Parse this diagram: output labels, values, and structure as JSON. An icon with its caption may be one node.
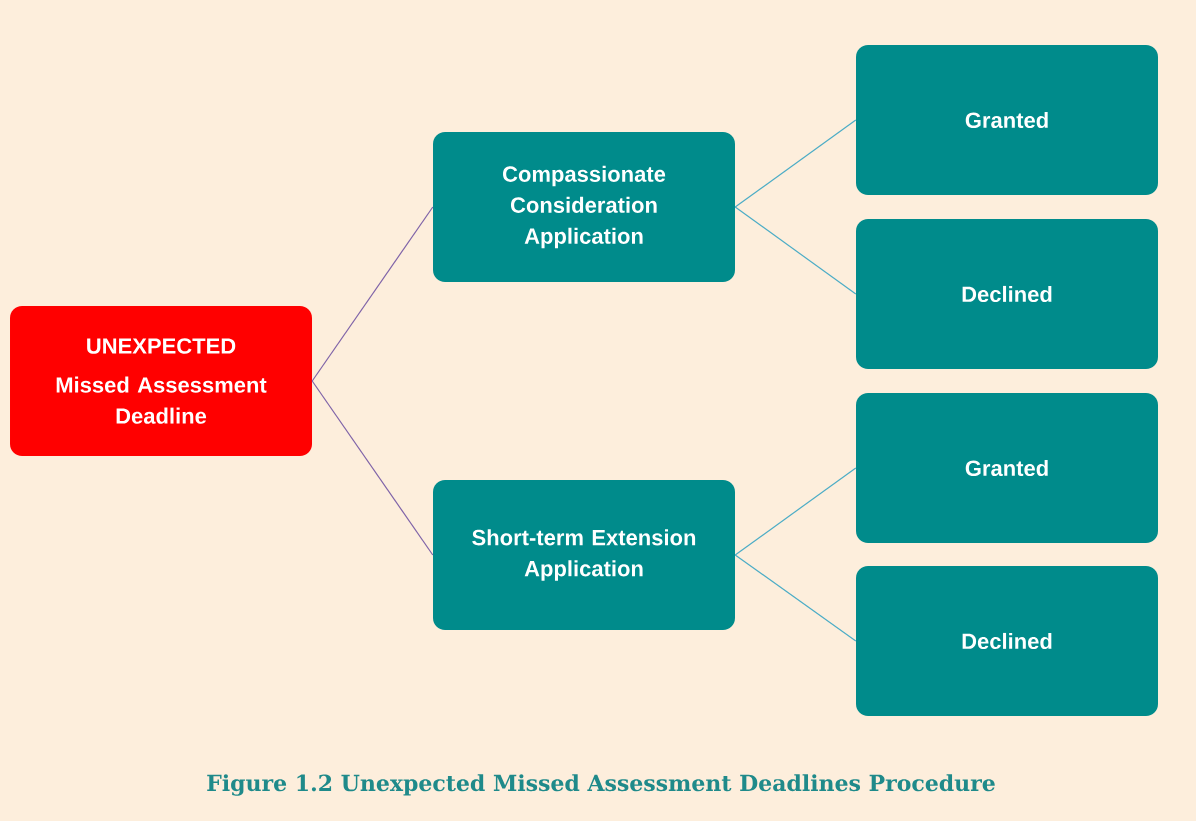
{
  "diagram": {
    "caption": "Figure 1.2 Unexpected Missed Assessment Deadlines Procedure",
    "nodes": [
      {
        "text": [
          "UNEXPECTED",
          "Missed Assessment Deadline"
        ]
      },
      {
        "text": [
          "Compassionate Consideration Application"
        ]
      },
      {
        "text": [
          "Short-term Extension Application"
        ]
      },
      {
        "text": [
          "Granted"
        ]
      },
      {
        "text": [
          "Declined"
        ]
      },
      {
        "text": [
          "Granted"
        ]
      },
      {
        "text": [
          "Declined"
        ]
      }
    ],
    "edges": [
      {
        "from": 0,
        "to": 1,
        "arrow": "none",
        "color": "#7f63a8"
      },
      {
        "from": 0,
        "to": 2,
        "arrow": "none",
        "color": "#7f63a8"
      },
      {
        "from": 1,
        "to": 3,
        "arrow": "none"
      },
      {
        "from": 1,
        "to": 4,
        "arrow": "none"
      },
      {
        "from": 2,
        "to": 5,
        "arrow": "none"
      },
      {
        "from": 2,
        "to": 6,
        "arrow": "none"
      }
    ]
  }
}
